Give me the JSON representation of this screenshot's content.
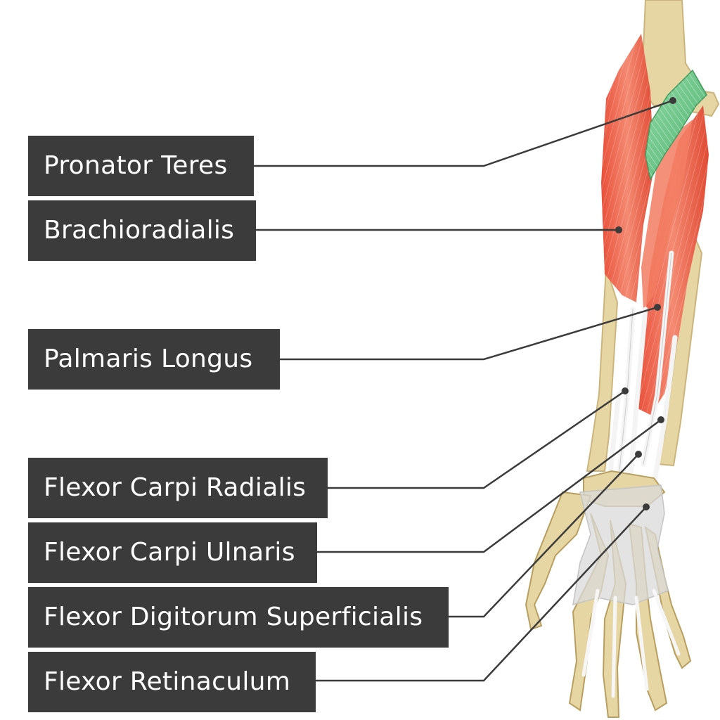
{
  "labels": [
    {
      "id": "pronator-teres",
      "text": "Pronator Teres"
    },
    {
      "id": "brachioradialis",
      "text": "Brachioradialis"
    },
    {
      "id": "palmaris-longus",
      "text": "Palmaris Longus"
    },
    {
      "id": "flexor-carpi-radialis",
      "text": "Flexor Carpi Radialis"
    },
    {
      "id": "flexor-carpi-ulnaris",
      "text": "Flexor Carpi Ulnaris"
    },
    {
      "id": "flexor-digitorum-superficialis",
      "text": "Flexor Digitorum Superficialis"
    },
    {
      "id": "flexor-retinaculum",
      "text": "Flexor Retinaculum"
    }
  ],
  "colors": {
    "label_bg": "#3b3b3b",
    "label_text": "#ffffff",
    "leader_line": "#3b3b3b",
    "bone": "#e6d6a3",
    "muscle": "#ec6a4f",
    "highlight_muscle": "#6fc78a",
    "tendon": "#f4f4f4",
    "retinaculum": "#d9d9d9"
  }
}
